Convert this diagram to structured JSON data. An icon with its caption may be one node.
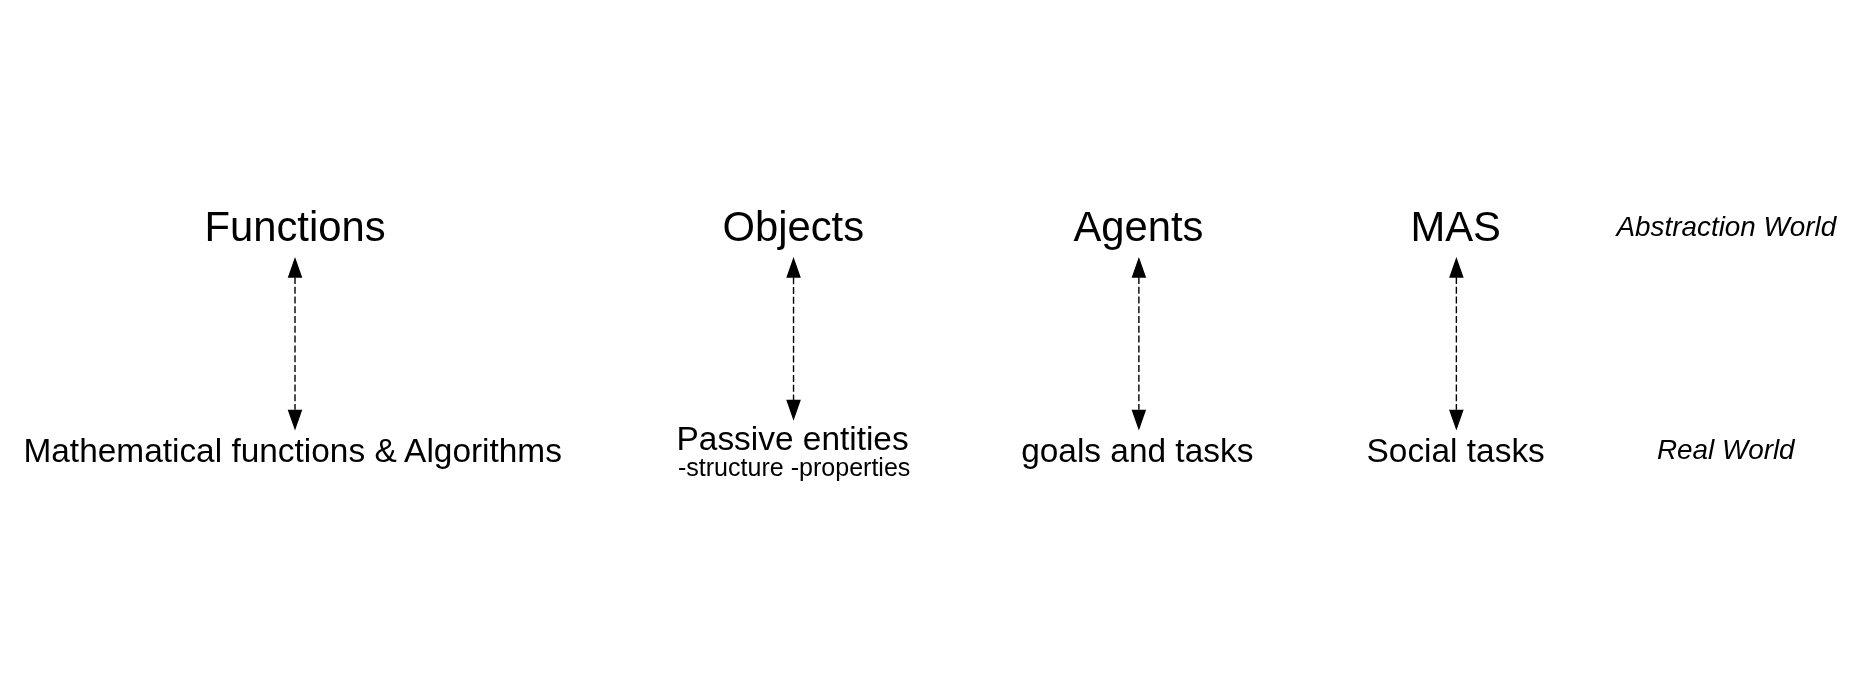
{
  "diagram": {
    "nodes": [
      {
        "text": [
          "Functions"
        ]
      },
      {
        "text": [
          "Objects"
        ]
      },
      {
        "text": [
          "Agents"
        ]
      },
      {
        "text": [
          "MAS"
        ]
      },
      {
        "text": [
          "Mathematical functions & Algorithms"
        ]
      },
      {
        "text": [
          "Passive entities",
          "-structure -properties"
        ]
      },
      {
        "text": [
          "goals and tasks"
        ]
      },
      {
        "text": [
          "Social tasks"
        ]
      }
    ],
    "edges": [
      {
        "from": 0,
        "to": 4,
        "arrow": "both",
        "style": "dashed"
      },
      {
        "from": 1,
        "to": 5,
        "arrow": "both",
        "style": "dashed"
      },
      {
        "from": 2,
        "to": 6,
        "arrow": "both",
        "style": "dashed"
      },
      {
        "from": 3,
        "to": 7,
        "arrow": "both",
        "style": "dashed"
      }
    ],
    "labels": [
      "Abstraction World",
      "Real World"
    ]
  }
}
